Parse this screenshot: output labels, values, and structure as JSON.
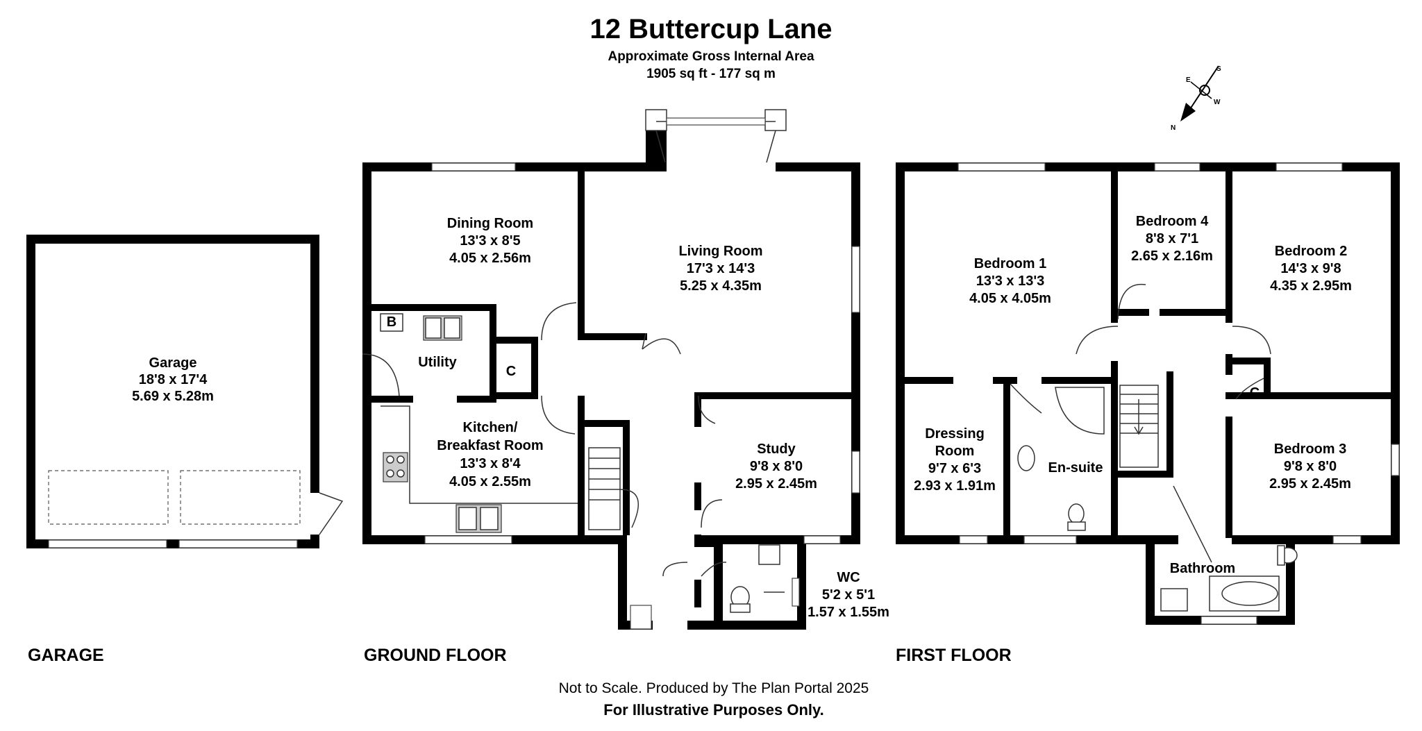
{
  "header": {
    "title": "12 Buttercup Lane",
    "subtitle": "Approximate Gross Internal Area",
    "area": "1905 sq ft - 177 sq m"
  },
  "compass": {
    "n": "N",
    "e": "E",
    "s": "S",
    "w": "W"
  },
  "floors": {
    "garage": "GARAGE",
    "ground": "GROUND FLOOR",
    "first": "FIRST FLOOR"
  },
  "garage": {
    "name": "Garage",
    "imperial": "18'8 x 17'4",
    "metric": "5.69 x 5.28m"
  },
  "ground_floor": {
    "dining": {
      "name": "Dining Room",
      "imperial": "13'3 x 8'5",
      "metric": "4.05 x 2.56m"
    },
    "living": {
      "name": "Living Room",
      "imperial": "17'3 x 14'3",
      "metric": "5.25 x 4.35m"
    },
    "utility": {
      "name": "Utility",
      "boiler": "B",
      "cupboard": "C"
    },
    "kitchen": {
      "name_line1": "Kitchen/",
      "name_line2": "Breakfast Room",
      "imperial": "13'3 x 8'4",
      "metric": "4.05 x 2.55m"
    },
    "study": {
      "name": "Study",
      "imperial": "9'8 x 8'0",
      "metric": "2.95 x 2.45m"
    },
    "wc": {
      "name": "WC",
      "imperial": "5'2 x 5'1",
      "metric": "1.57 x 1.55m"
    }
  },
  "first_floor": {
    "bedroom1": {
      "name": "Bedroom 1",
      "imperial": "13'3 x 13'3",
      "metric": "4.05 x 4.05m"
    },
    "bedroom4": {
      "name": "Bedroom 4",
      "imperial": "8'8 x 7'1",
      "metric": "2.65 x 2.16m"
    },
    "bedroom2": {
      "name": "Bedroom 2",
      "imperial": "14'3 x 9'8",
      "metric": "4.35 x 2.95m"
    },
    "dressing": {
      "name_line1": "Dressing",
      "name_line2": "Room",
      "imperial": "9'7 x 6'3",
      "metric": "2.93 x 1.91m"
    },
    "ensuite": {
      "name": "En-suite"
    },
    "cupboard": "C",
    "bedroom3": {
      "name": "Bedroom 3",
      "imperial": "9'8 x 8'0",
      "metric": "2.95 x 2.45m"
    },
    "bathroom": {
      "name": "Bathroom"
    }
  },
  "footer": {
    "line1": "Not to Scale. Produced by The Plan Portal 2025",
    "line2": "For Illustrative Purposes Only."
  }
}
